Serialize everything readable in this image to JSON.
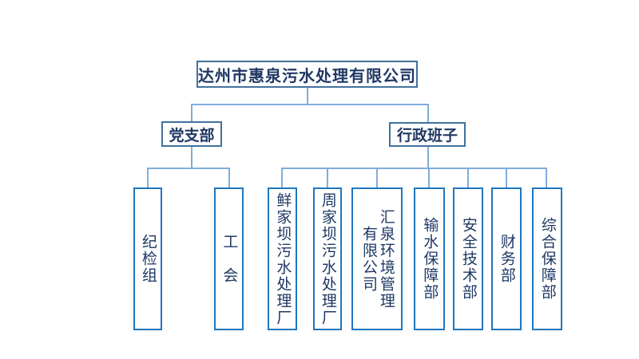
{
  "org_chart": {
    "type": "org-chart",
    "root": {
      "label": "达州市惠泉污水处理有限公司"
    },
    "branches": [
      {
        "label": "党支部",
        "children": [
          "纪检组",
          "工　会"
        ]
      },
      {
        "label": "行政班子",
        "children": [
          "鲜家坝污水处理厂",
          "周家坝污水处理厂",
          "汇泉环境管理\n有限公司",
          "输水保障部",
          "安全技术部",
          "财务部",
          "综合保障部"
        ]
      }
    ]
  },
  "colors": {
    "text": "#1F3864",
    "header_box_border": "#41719C",
    "department_box_border": "#2076BF",
    "connector_line": "#7FACDE",
    "background": "#ffffff"
  }
}
